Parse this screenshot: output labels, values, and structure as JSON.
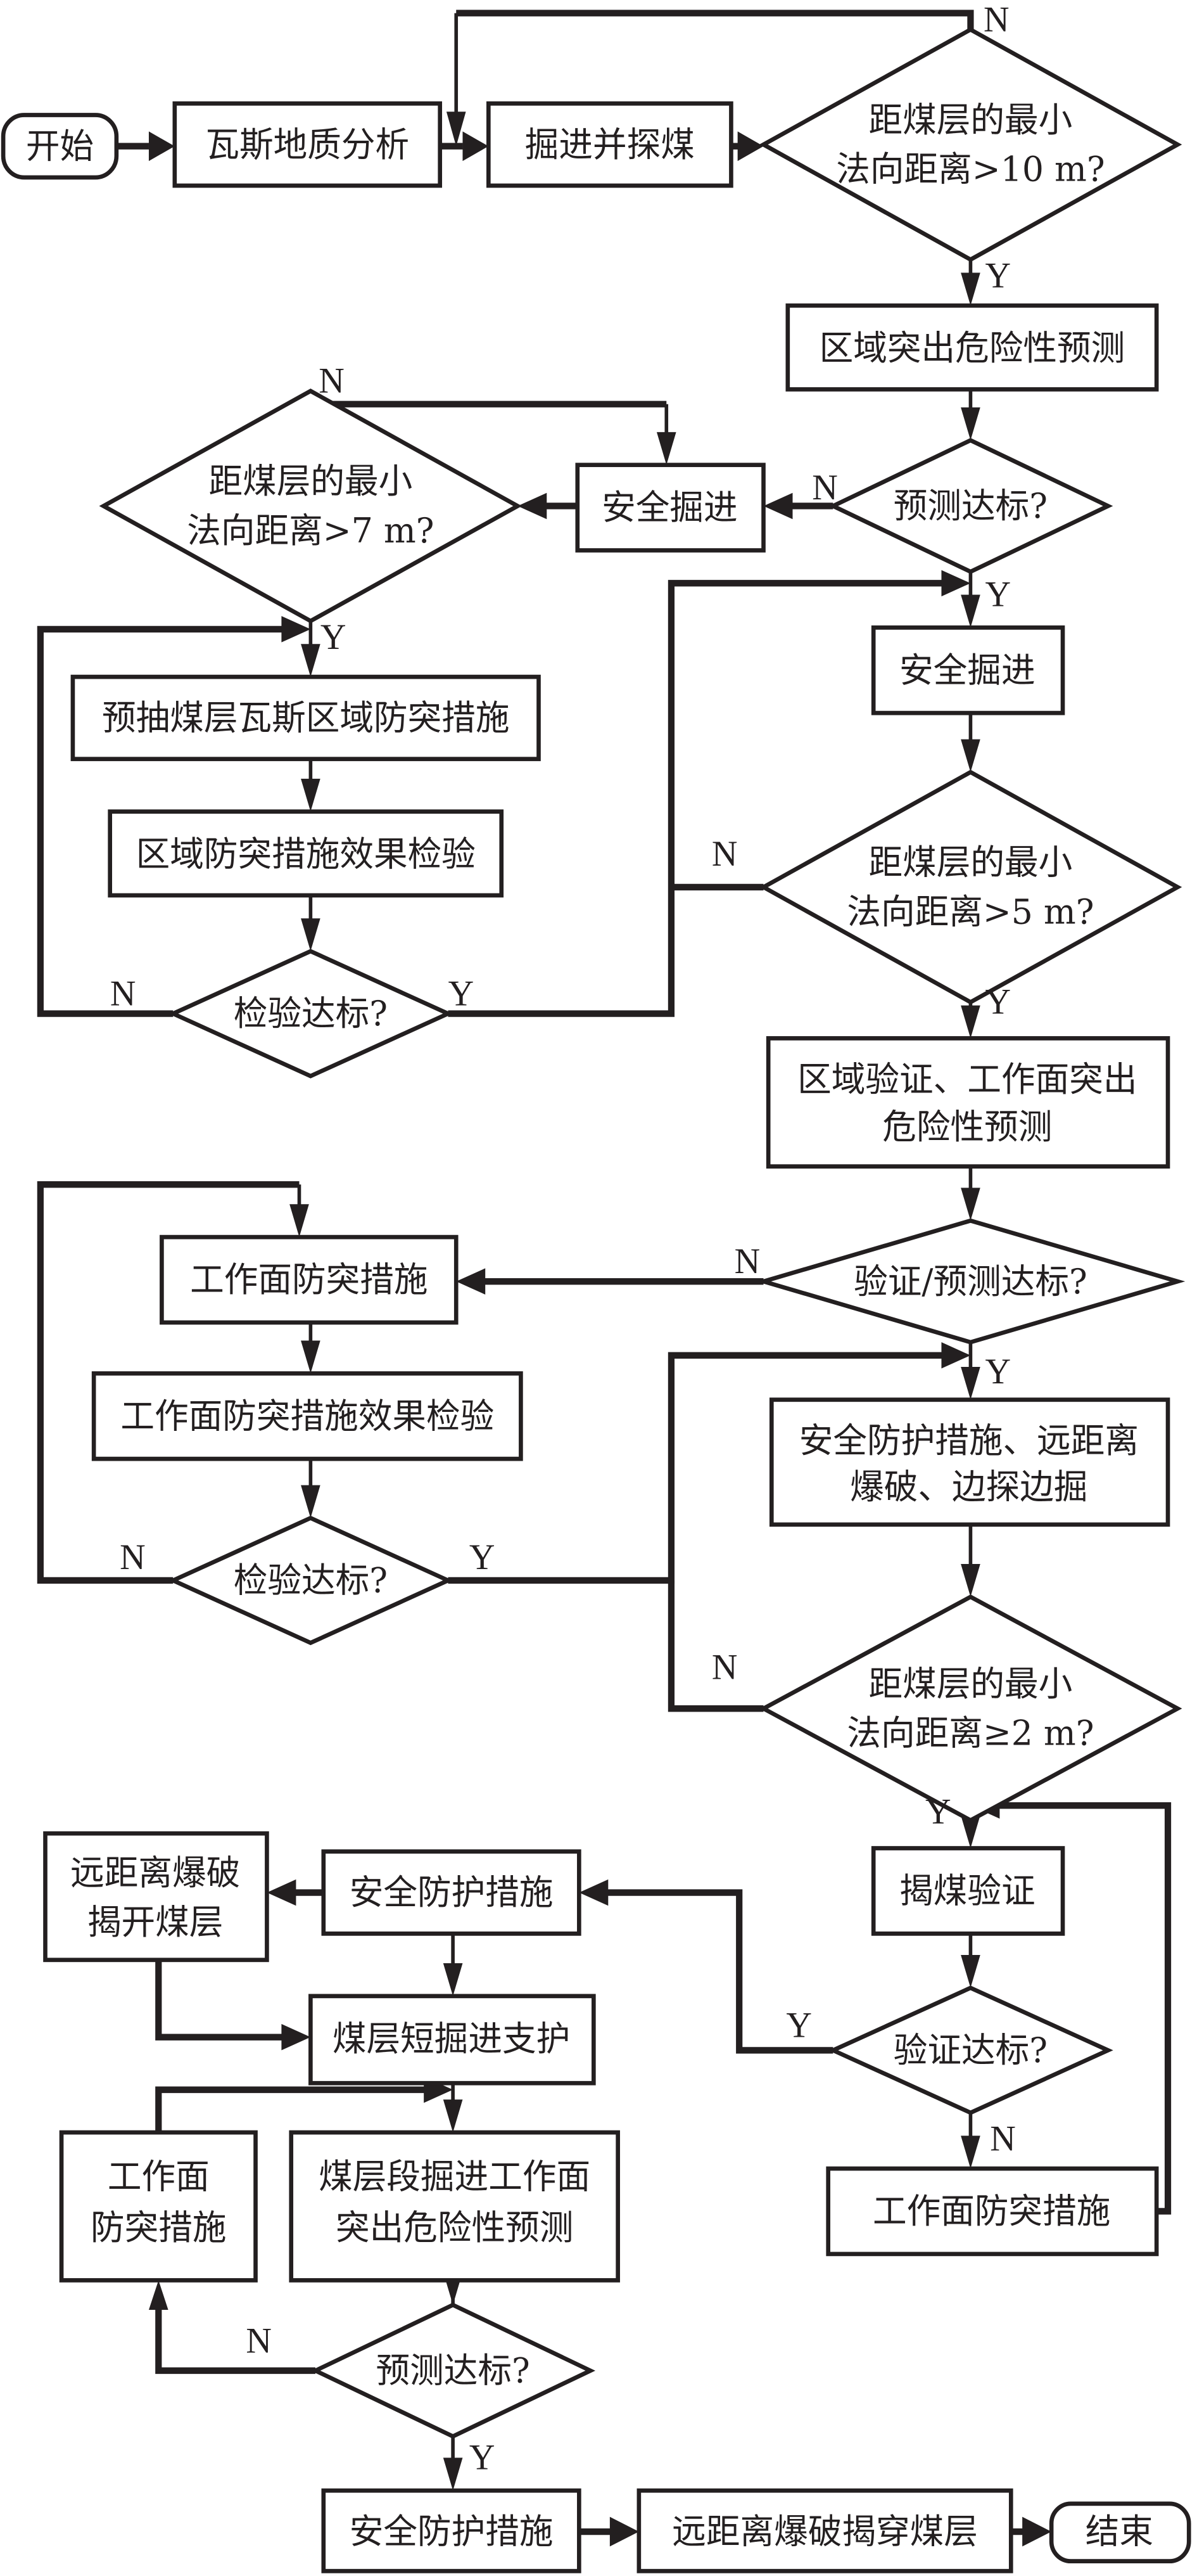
{
  "nodes": {
    "start": "开始",
    "gas_geology": "瓦斯地质分析",
    "excavate_probe": "掘进并探煤",
    "d_10m": [
      "距煤层的最小",
      "法向距离>10 m?"
    ],
    "regional_predict": "区域突出危险性预测",
    "d_predict_ok1": "预测达标?",
    "safe_excavate1": "安全掘进",
    "d_7m": [
      "距煤层的最小",
      "法向距离>7 m?"
    ],
    "pre_drain": "预抽煤层瓦斯区域防突措施",
    "regional_check": "区域防突措施效果检验",
    "d_check_ok1": "检验达标?",
    "safe_excavate2": "安全掘进",
    "d_5m": [
      "距煤层的最小",
      "法向距离>5 m?"
    ],
    "regional_verify": [
      "区域验证、工作面突出",
      "危险性预测"
    ],
    "d_verify_ok": "验证/预测达标?",
    "face_measures1": "工作面防突措施",
    "face_check": "工作面防突措施效果检验",
    "d_check_ok2": "检验达标?",
    "safety_blast_probe": [
      "安全防护措施、远距离",
      "爆破、边探边掘"
    ],
    "d_2m": [
      "距煤层的最小",
      "法向距离≥2 m?"
    ],
    "uncover_verify": "揭煤验证",
    "d_verify_ok2": "验证达标?",
    "face_measures2": "工作面防突措施",
    "safety_measures1": "安全防护措施",
    "remote_blast_open": [
      "远距离爆破",
      "揭开煤层"
    ],
    "short_excavate": "煤层短掘进支护",
    "face_measures3": [
      "工作面",
      "防突措施"
    ],
    "seam_predict": [
      "煤层段掘进工作面",
      "突出危险性预测"
    ],
    "d_predict_ok2": "预测达标?",
    "safety_measures2": "安全防护措施",
    "remote_blast_through": "远距离爆破揭穿煤层",
    "end": "结束"
  },
  "labels": {
    "yes": "Y",
    "no": "N"
  },
  "colors": {
    "stroke": "#231f20",
    "background": "#ffffff"
  }
}
